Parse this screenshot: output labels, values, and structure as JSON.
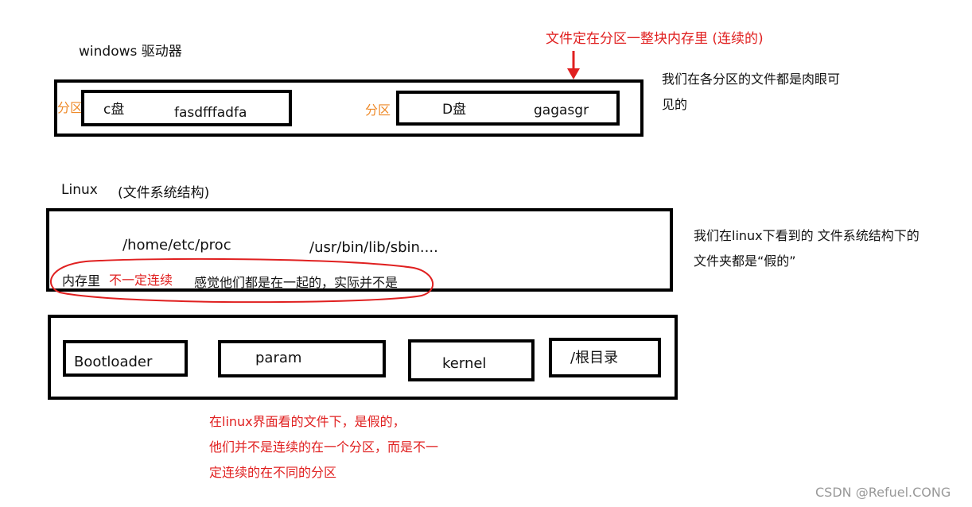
{
  "windows_section": {
    "label": "windows  驱动器",
    "top_note": "文件定在分区一整块内存里 (连续的)",
    "side_note_line1": "我们在各分区的文件都是肉眼可",
    "side_note_line2": "见的",
    "partition_c": {
      "tag": "分区",
      "drive": "c盘",
      "content": "fasdfffadfa"
    },
    "partition_d": {
      "tag": "分区",
      "drive": "D盘",
      "content": "gagasgr"
    }
  },
  "linux_section": {
    "label": "Linux",
    "sublabel": "(文件系统结构)",
    "path_left": "/home/etc/proc",
    "path_right": "/usr/bin/lib/sbin....",
    "memory_label": "内存里",
    "memory_red": "不一定连续",
    "memory_note": "感觉他们都是在一起的，实际并不是",
    "side_note_line1": "我们在linux下看到的 文件系统结构下的",
    "side_note_line2": "文件夹都是“假的”"
  },
  "boot_section": {
    "blocks": [
      "Bootloader",
      "param",
      "kernel",
      "/根目录"
    ]
  },
  "bottom_note": {
    "line1": "在linux界面看的文件下，是假的，",
    "line2": "他们并不是连续的在一个分区，而是不一",
    "line3": "定连续的在不同的分区"
  },
  "watermark": "CSDN @Refuel.CONG",
  "colors": {
    "annotation_red": "#e02020",
    "partition_orange": "#ee8a2a",
    "border": "#000000"
  }
}
